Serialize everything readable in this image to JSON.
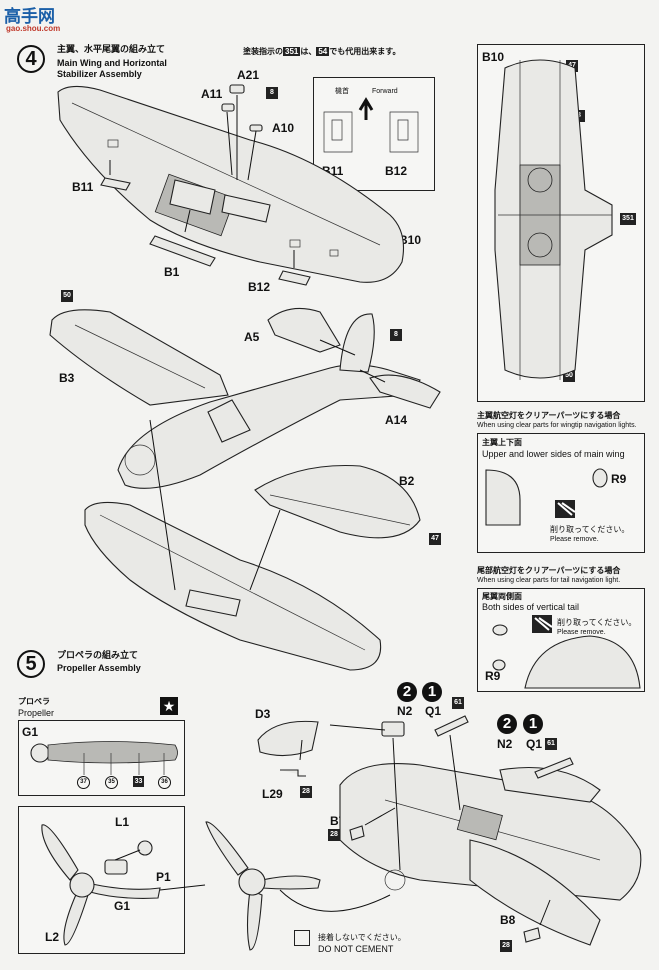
{
  "watermark": {
    "cn": "高手网",
    "url": "gao.shou.com"
  },
  "notice": {
    "pre": "塗装指示の",
    "code1": "351",
    "mid": "は、",
    "code2": "54",
    "post": "でも代用出来ます。"
  },
  "step4": {
    "number": "4",
    "title_jp": "主翼、水平尾翼の組み立て",
    "title_en1": "Main Wing and Horizontal",
    "title_en2": "Stabilizer Assembly"
  },
  "step5": {
    "number": "5",
    "title_jp": "プロペラの組み立て",
    "title_en": "Propeller Assembly"
  },
  "forward_box": {
    "jp": "機首",
    "en": "Forward",
    "left": "B11",
    "right": "B12"
  },
  "parts": {
    "A21": "A21",
    "A11": "A11",
    "A10": "A10",
    "B11": "B11",
    "B1": "B1",
    "B10": "B10",
    "B12": "B12",
    "A5": "A5",
    "B3": "B3",
    "A14": "A14",
    "B2": "B2",
    "D3": "D3",
    "L29": "L29",
    "B7": "B7",
    "N2": "N2",
    "Q1": "Q1",
    "B8": "B8",
    "L1": "L1",
    "P1": "P1",
    "G1": "G1",
    "L2": "L2",
    "R9": "R9"
  },
  "colors": {
    "c8": "8",
    "c351": "351",
    "c50": "50",
    "c47": "47",
    "c28": "28",
    "c61": "61",
    "c37": "37",
    "c35": "35",
    "c33": "33",
    "c36": "36"
  },
  "wingtip_note": {
    "jp": "主翼航空灯をクリアーパーツにする場合",
    "en": "When using clear parts for wingtip navigation lights.",
    "sub_jp": "主翼上下面",
    "sub_en": "Upper and lower sides of main wing",
    "cut_jp": "削り取ってください。",
    "cut_en": "Please remove."
  },
  "tail_note": {
    "jp": "尾部航空灯をクリアーパーツにする場合",
    "en": "When using clear parts for tail navigation light.",
    "sub_jp": "尾翼両側面",
    "sub_en": "Both sides of vertical tail",
    "cut_jp": "削り取ってください。",
    "cut_en": "Please remove."
  },
  "propeller": {
    "jp": "プロペラ",
    "en": "Propeller"
  },
  "cement": {
    "jp": "接着しないでください。",
    "en": "DO NOT CEMENT"
  },
  "numbers": {
    "two": "2",
    "one": "1"
  }
}
